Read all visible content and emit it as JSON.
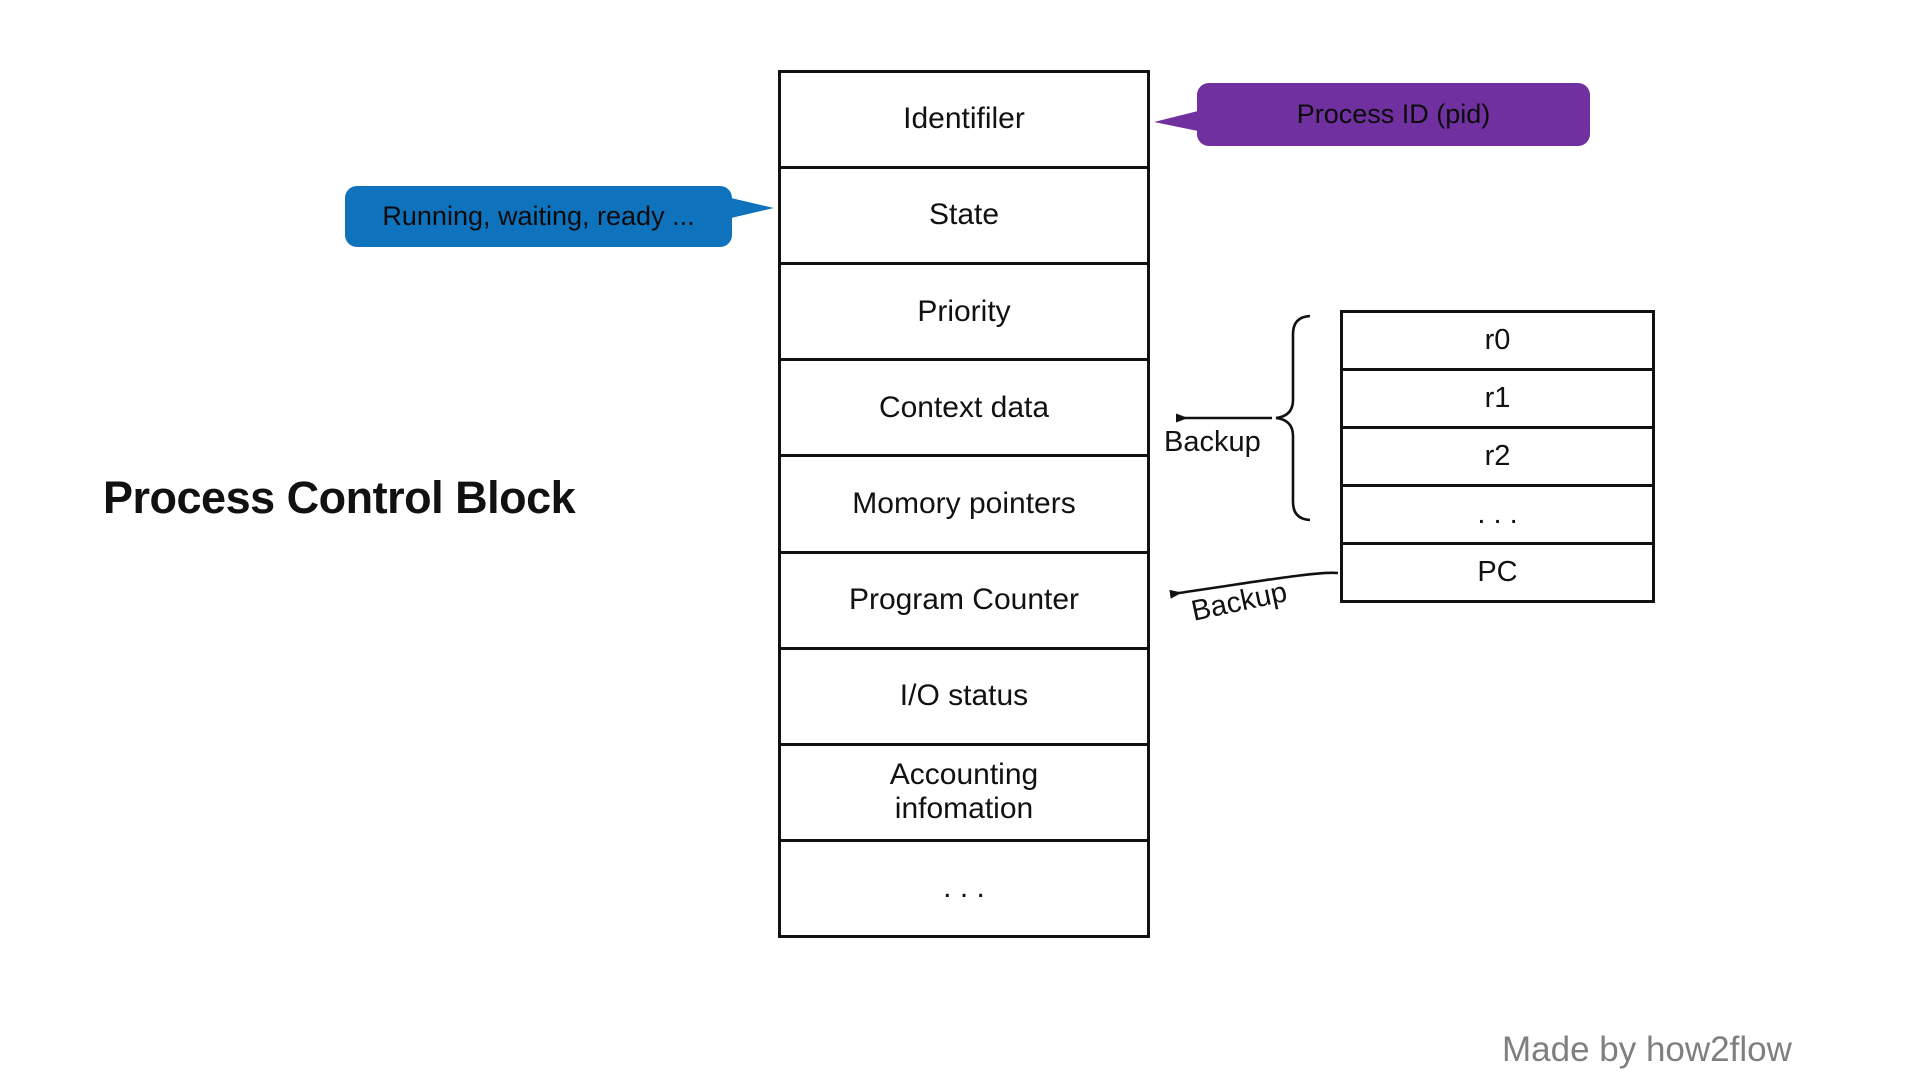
{
  "title": "Process Control Block",
  "pcb": {
    "rows": [
      {
        "label": "Identifiler"
      },
      {
        "label": "State"
      },
      {
        "label": "Priority"
      },
      {
        "label": "Context data"
      },
      {
        "label": "Momory pointers"
      },
      {
        "label": "Program Counter"
      },
      {
        "label": "I/O status"
      },
      {
        "label": "Accounting\ninfomation"
      },
      {
        "label": ". . ."
      }
    ]
  },
  "registers": {
    "rows": [
      {
        "label": "r0"
      },
      {
        "label": "r1"
      },
      {
        "label": "r2"
      },
      {
        "label": ". . ."
      },
      {
        "label": "PC"
      }
    ]
  },
  "callouts": {
    "process_id": {
      "text": "Process ID (pid)",
      "color": "#7030A0"
    },
    "state_values": {
      "text": "Running, waiting, ready ...",
      "color": "#0E72BD"
    }
  },
  "annotations": {
    "backup_context_label": "Backup",
    "backup_pc_label": "Backup"
  },
  "footer": {
    "credit": "Made by how2flow"
  },
  "colors": {
    "line": "#111111",
    "purple_callout": "#7030A0",
    "blue_callout": "#0E72BD",
    "credit_gray": "#7f7f7f",
    "background": "#ffffff"
  }
}
